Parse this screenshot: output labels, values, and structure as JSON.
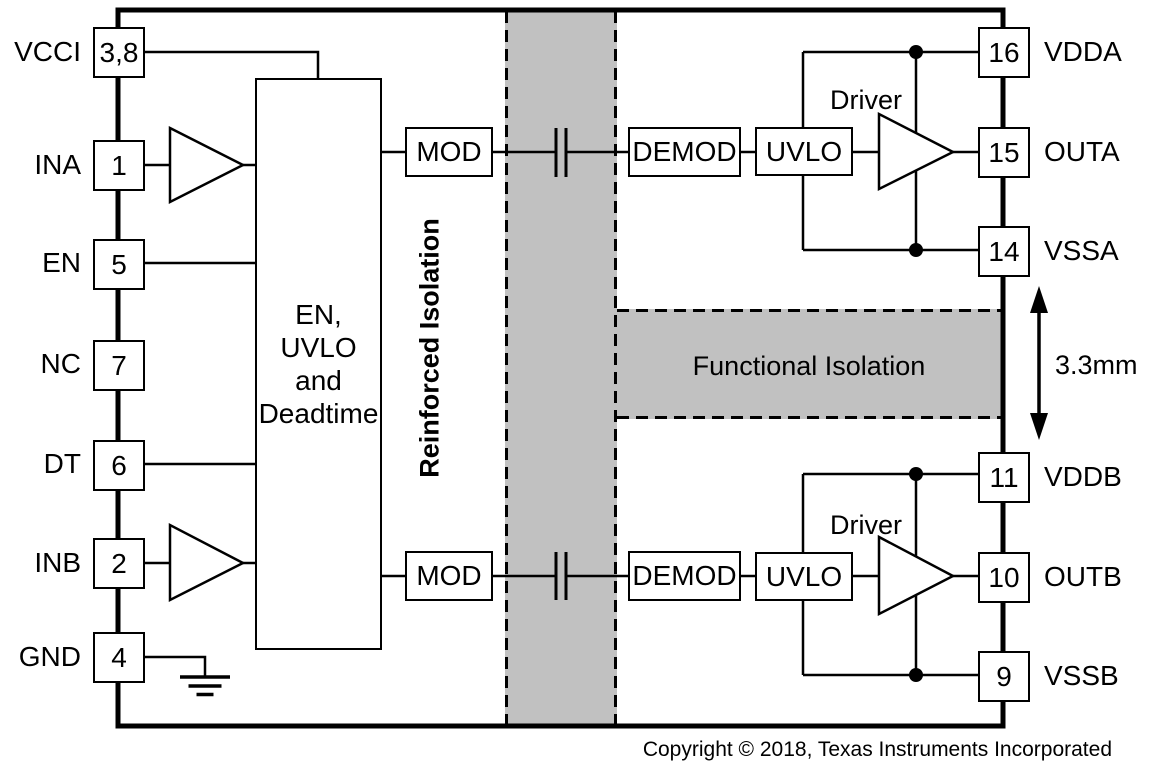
{
  "chip": {
    "left_pins": [
      {
        "label": "VCCI",
        "number": "3,8"
      },
      {
        "label": "INA",
        "number": "1"
      },
      {
        "label": "EN",
        "number": "5"
      },
      {
        "label": "NC",
        "number": "7"
      },
      {
        "label": "DT",
        "number": "6"
      },
      {
        "label": "INB",
        "number": "2"
      },
      {
        "label": "GND",
        "number": "4"
      }
    ],
    "right_pins": [
      {
        "number": "16",
        "label": "VDDA"
      },
      {
        "number": "15",
        "label": "OUTA"
      },
      {
        "number": "14",
        "label": "VSSA"
      },
      {
        "number": "11",
        "label": "VDDB"
      },
      {
        "number": "10",
        "label": "OUTB"
      },
      {
        "number": "9",
        "label": "VSSB"
      }
    ],
    "blocks": {
      "control": "EN,\nUVLO\nand\nDeadtime",
      "mod_a": "MOD",
      "demod_a": "DEMOD",
      "uvlo_a": "UVLO",
      "driver_a": "Driver",
      "mod_b": "MOD",
      "demod_b": "DEMOD",
      "uvlo_b": "UVLO",
      "driver_b": "Driver"
    },
    "isolation": {
      "reinforced_label": "Reinforced Isolation",
      "functional_label": "Functional Isolation",
      "distance_label": "3.3mm",
      "band_color": "#c1c1c1",
      "line_color": "#000000"
    },
    "footer": {
      "copyright": "Copyright © 2018, Texas Instruments Incorporated"
    }
  }
}
